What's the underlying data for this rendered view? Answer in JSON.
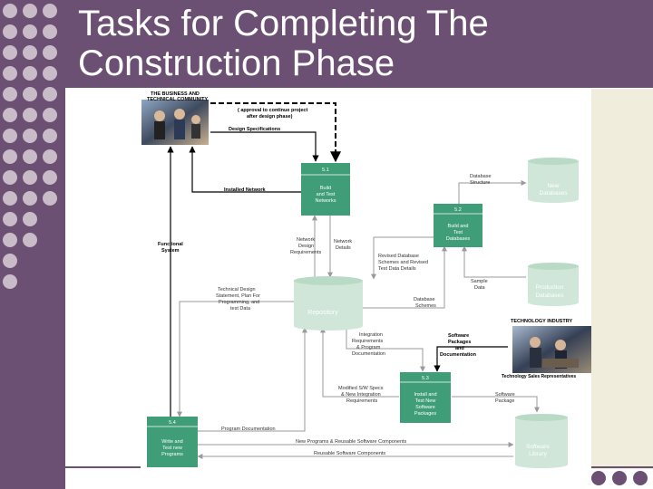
{
  "slide": {
    "title_line1": "Tasks for Completing  The",
    "title_line2": "Construction Phase"
  },
  "diagram": {
    "community_label_1": "THE BUSINESS AND",
    "community_label_2": "TECHNICAL COMMUNITY",
    "approval_1": "( approval to continue project",
    "approval_2": "after design phase)",
    "design_specs": "Design Specifications",
    "installed_network": "Installed Network",
    "functional_system_1": "Functional",
    "functional_system_2": "System",
    "tech_design_1": "Technical Design",
    "tech_design_2": "Statement, Plan For",
    "tech_design_3": "Programming, and",
    "tech_design_4": "test Data",
    "net_design_req_1": "Network",
    "net_design_req_2": "Design",
    "net_design_req_3": "Requirements",
    "net_details_1": "Network",
    "net_details_2": "Details",
    "db_structure_1": "Database",
    "db_structure_2": "Structure",
    "revised_schemes_1": "Revised Database",
    "revised_schemes_2": "Schemes and Revised",
    "revised_schemes_3": "Test Data Details",
    "sample_data_1": "Sample",
    "sample_data_2": "Data",
    "database_schemes_1": "Database",
    "database_schemes_2": "Schemes",
    "integration_req_1": "Integration",
    "integration_req_2": "Requirements",
    "integration_req_3": "& Program",
    "integration_req_4": "Documentation",
    "software_pkgs_1": "Software",
    "software_pkgs_2": "Packages",
    "software_pkgs_3": "and",
    "software_pkgs_4": "Documentation",
    "modified_specs_1": "Modified S/W Specs",
    "modified_specs_2": "& New Integration",
    "modified_specs_3": "Requirements",
    "software_package_1": "Software",
    "software_package_2": "Package",
    "program_documentation": "Program Documentation",
    "new_programs": "New Programs & Reusable Software Components",
    "reusable_components": "Reusable Software Components",
    "technology_industry": "TECHNOLOGY INDUSTRY",
    "tech_sales_reps": "Technology Sales Representatives",
    "task_5_1": {
      "num": "5.1",
      "l1": "Build",
      "l2": "and Test",
      "l3": "Networks"
    },
    "task_5_2": {
      "num": "5.2",
      "l1": "Build and",
      "l2": "Test",
      "l3": "Databases"
    },
    "task_5_3": {
      "num": "5.3",
      "l1": "Install and",
      "l2": "Test New",
      "l3": "Software",
      "l4": "Packages"
    },
    "task_5_4": {
      "num": "5.4",
      "l1": "Write and",
      "l2": "Test new",
      "l3": "Programs"
    },
    "store_new_db_1": "New",
    "store_new_db_2": "Databases",
    "store_prod_db_1": "Production",
    "store_prod_db_2": "Databases",
    "store_repository": "Repository",
    "store_software_lib_1": "Software",
    "store_software_lib_2": "Library"
  },
  "colors": {
    "slide_purple": "#6c5073",
    "dot_light": "#c9bcc8",
    "process_green": "#3f9e77",
    "store_green": "#cfe6d8",
    "store_text": "#ffffff",
    "panel_cream": "#f1eddc"
  }
}
